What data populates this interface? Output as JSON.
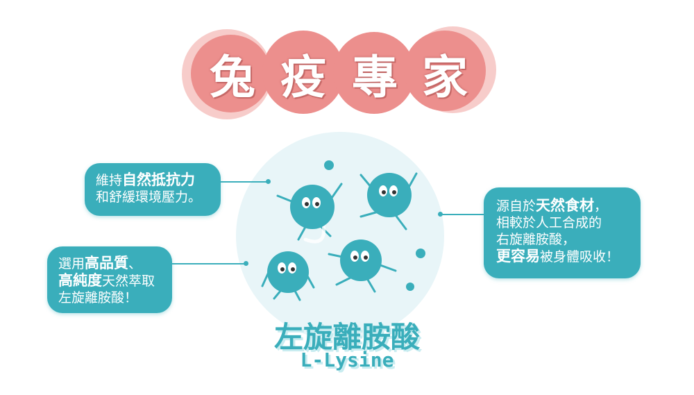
{
  "title": {
    "chars": [
      "兔",
      "疫",
      "專",
      "家"
    ]
  },
  "boxes": [
    {
      "lines": [
        [
          {
            "t": "維持",
            "b": false
          },
          {
            "t": "自然抵抗力",
            "b": true
          }
        ],
        [
          {
            "t": "和舒緩環境壓力。",
            "b": false
          }
        ]
      ]
    },
    {
      "lines": [
        [
          {
            "t": "選用",
            "b": false
          },
          {
            "t": "高品質",
            "b": true
          },
          {
            "t": "、",
            "b": false
          }
        ],
        [
          {
            "t": "高純度",
            "b": true
          },
          {
            "t": "天然萃取",
            "b": false
          }
        ],
        [
          {
            "t": "左旋離胺酸！",
            "b": false
          }
        ]
      ]
    },
    {
      "lines": [
        [
          {
            "t": "源自於",
            "b": false
          },
          {
            "t": "天然食材",
            "b": true
          },
          {
            "t": "，",
            "b": false
          }
        ],
        [
          {
            "t": "相較於人工合成的",
            "b": false
          }
        ],
        [
          {
            "t": "右旋離胺酸，",
            "b": false
          }
        ],
        [
          {
            "t": "更容易",
            "b": true
          },
          {
            "t": "被身體吸收！",
            "b": false
          }
        ]
      ]
    }
  ],
  "product": {
    "name": "左旋離胺酸",
    "latin": "L-Lysine"
  },
  "colors": {
    "teal": "#3aaebb",
    "pink": "#ec8f8d",
    "circle": "#e8f5f8"
  }
}
